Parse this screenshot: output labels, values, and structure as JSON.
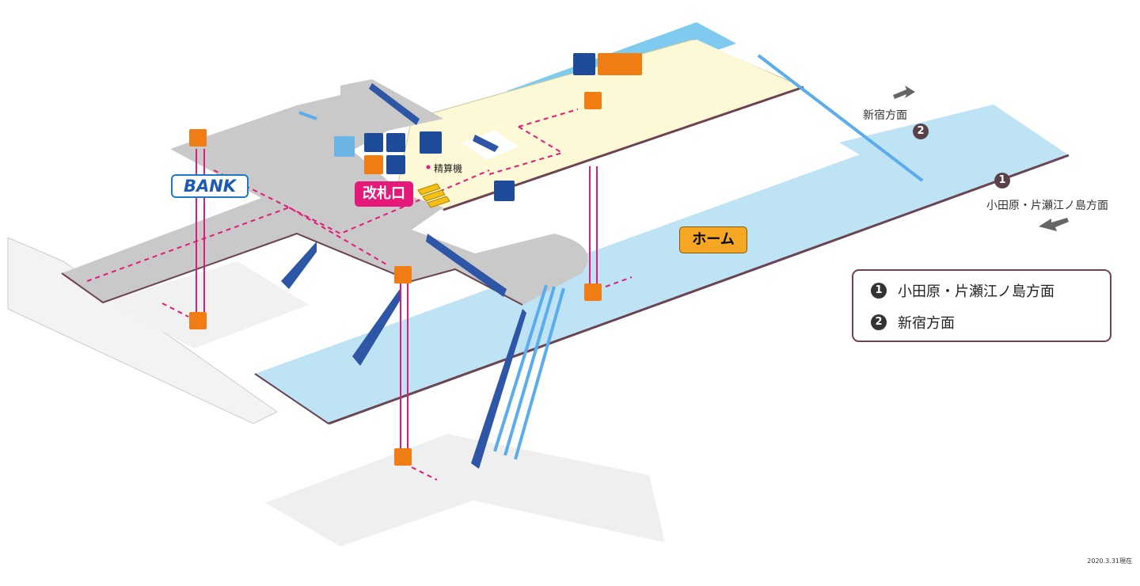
{
  "labels": {
    "gate": "改札口",
    "platform": "ホーム",
    "fare_adjustment": "精算機",
    "bank": "BANK",
    "shinjuku_arrow": "新宿方面",
    "odawara_arrow": "小田原・片瀬江ノ島方面",
    "date": "2020.3.31現在"
  },
  "legend": {
    "items": [
      {
        "num": "1",
        "text": "小田原・片瀬江ノ島方面"
      },
      {
        "num": "2",
        "text": "新宿方面"
      }
    ]
  },
  "markers": {
    "one": "1",
    "two": "2"
  },
  "icons": [
    "toilet-icon",
    "accessible-toilet-icon",
    "elevator-icon",
    "ticket-machine-icon",
    "station-staff-icon",
    "ic-card-icon",
    "tactile-map-icon",
    "coin-locker-icon",
    "escalator-icon",
    "stairs-icon"
  ],
  "colors": {
    "platform": "#bde3f5",
    "concourse": "#c9c9c9",
    "gate_area": "#fdf8d5",
    "accent": "#e5197a",
    "elevator": "#ef7d14",
    "water": "#7ecbef",
    "legend_border": "#6b4452"
  }
}
